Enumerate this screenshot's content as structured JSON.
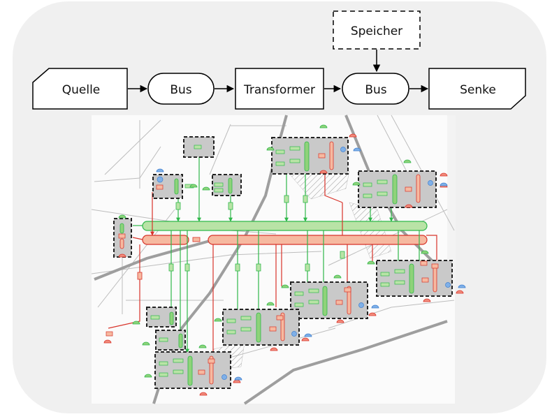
{
  "flow": {
    "source": "Quelle",
    "bus_1": "Bus",
    "transformer": "Transformer",
    "bus_2": "Bus",
    "storage": "Speicher",
    "sink": "Senke"
  },
  "colors": {
    "panel": "#f0f0f0",
    "electric_bus": "#b9e3a6",
    "electric_line": "#2fb84a",
    "heat_bus": "#f6b9a0",
    "heat_line": "#d8332a",
    "gas": "#3f7fd0",
    "building_fill": "#c9c9c9",
    "building_border": "#222222"
  },
  "icons": [
    "arrow-right-icon",
    "arrow-down-icon",
    "building-box-icon",
    "network-map-icon"
  ]
}
